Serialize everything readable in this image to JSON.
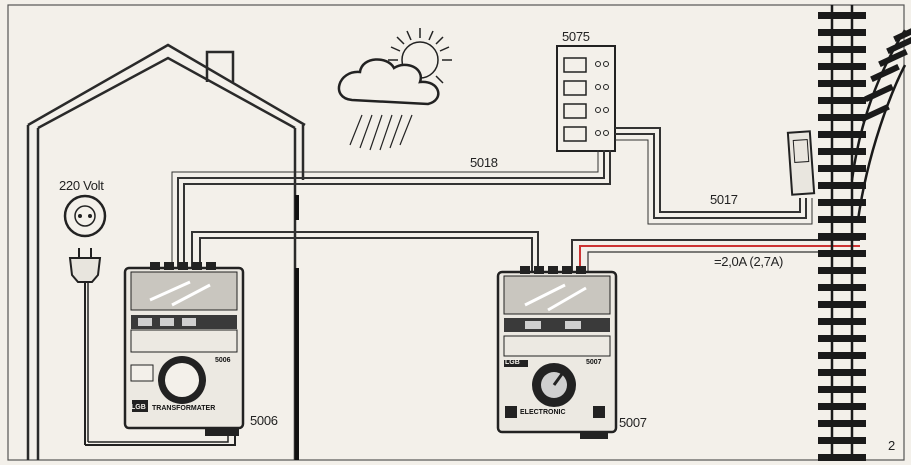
{
  "labels": {
    "voltage": "220 Volt",
    "cable_5018": "5018",
    "cable_5017": "5017",
    "control_unit": "5075",
    "transformer_model": "5006",
    "electronic_model": "5007",
    "current_rating": "=2,0A (2,7A)",
    "figure_number": "2"
  },
  "transformer_panel": {
    "brand": "LGB",
    "text": "TRANSFORMATER",
    "model_small": "5006"
  },
  "electronic_panel": {
    "brand": "LGB",
    "text": "ELECTRONIC",
    "model_small": "5007"
  },
  "colors": {
    "line": "#2a2a2a",
    "accent_red": "#cc3333",
    "paper": "#f3f0ea"
  }
}
